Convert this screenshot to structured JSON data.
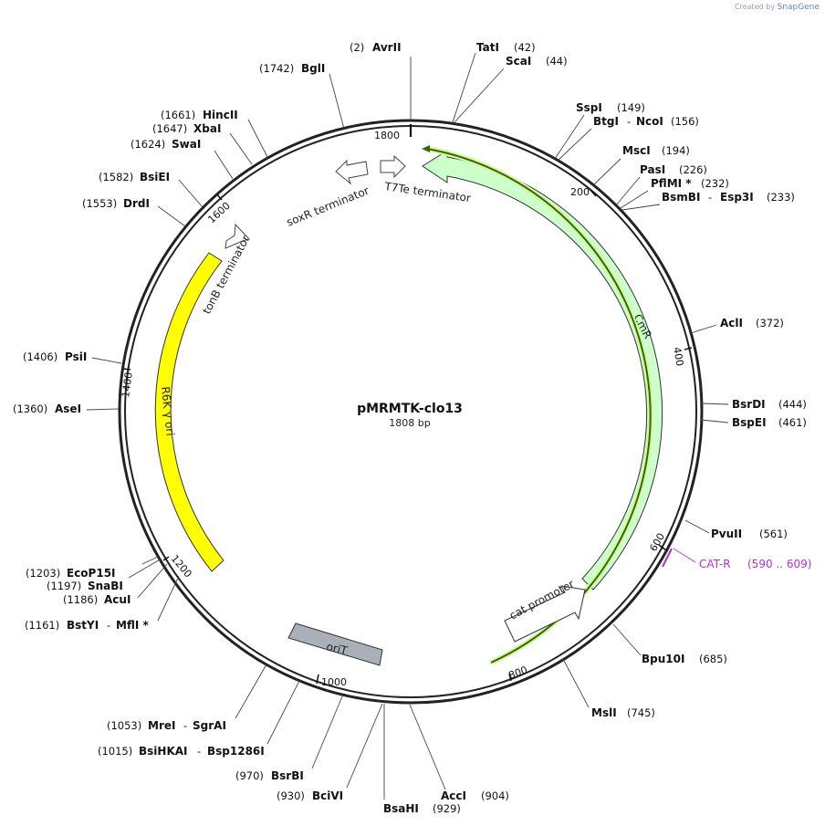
{
  "credit": {
    "prefix": "Created by",
    "brand": "SnapGene"
  },
  "map": {
    "name": "pMRMTK-clo13",
    "length_label": "1808 bp",
    "length": 1808,
    "tick_labels": [
      {
        "pos": 200,
        "label": "200"
      },
      {
        "pos": 400,
        "label": "400"
      },
      {
        "pos": 600,
        "label": "600"
      },
      {
        "pos": 800,
        "label": "800"
      },
      {
        "pos": 1000,
        "label": "1000"
      },
      {
        "pos": 1200,
        "label": "1200"
      },
      {
        "pos": 1400,
        "label": "1400"
      },
      {
        "pos": 1600,
        "label": "1600"
      },
      {
        "pos": 1800,
        "label": "1800"
      }
    ]
  },
  "features": [
    {
      "name": "CmR",
      "label": "CmR",
      "type": "cds",
      "color": "#ccffcc"
    },
    {
      "name": "cat-promoter",
      "label": "cat promoter",
      "type": "promoter",
      "color": "#ffffff"
    },
    {
      "name": "orit",
      "label": "oriT",
      "type": "misc",
      "color": "#a9b0b7"
    },
    {
      "name": "r6k-ori",
      "label": "R6K γ ori",
      "type": "origin",
      "color": "#ffff00"
    },
    {
      "name": "tonb-terminator",
      "label": "tonB terminator",
      "type": "terminator",
      "color": "#ffffff"
    },
    {
      "name": "soxr-terminator",
      "label": "soxR terminator",
      "type": "terminator",
      "color": "#ffffff"
    },
    {
      "name": "t7te-terminator",
      "label": "T7Te terminator",
      "type": "terminator",
      "color": "#ffffff"
    }
  ],
  "primer": {
    "name": "CAT-R",
    "range": "(590 .. 609)",
    "color": "#b030d8"
  },
  "sites": [
    {
      "id": "aviii",
      "name": "AvrII",
      "pos": "(2)"
    },
    {
      "id": "tati",
      "name": "TatI",
      "pos": "(42)"
    },
    {
      "id": "scai",
      "name": "ScaI",
      "pos": "(44)"
    },
    {
      "id": "sspi",
      "name": "SspI",
      "pos": "(149)"
    },
    {
      "id": "btgi",
      "name": "BtgI",
      "sep": "-",
      "name2": "NcoI",
      "pos": "(156)"
    },
    {
      "id": "msci",
      "name": "MscI",
      "pos": "(194)"
    },
    {
      "id": "pasi",
      "name": "PasI",
      "pos": "(226)"
    },
    {
      "id": "pflmi",
      "name": "PflMI *",
      "pos": "(232)"
    },
    {
      "id": "bsmbi",
      "name": "BsmBI",
      "sep": "-",
      "name2": "Esp3I",
      "pos": "(233)"
    },
    {
      "id": "acli",
      "name": "AclI",
      "pos": "(372)"
    },
    {
      "id": "bsrdi",
      "name": "BsrDI",
      "pos": "(444)"
    },
    {
      "id": "bspei",
      "name": "BspEI",
      "pos": "(461)"
    },
    {
      "id": "pvuii",
      "name": "PvuII",
      "pos": "(561)"
    },
    {
      "id": "bpu10i",
      "name": "Bpu10I",
      "pos": "(685)"
    },
    {
      "id": "msli",
      "name": "MslI",
      "pos": "(745)"
    },
    {
      "id": "acci",
      "name": "AccI",
      "pos": "(904)"
    },
    {
      "id": "bsahi",
      "name": "BsaHI",
      "pos": "(929)"
    },
    {
      "id": "bcivi",
      "name": "BciVI",
      "pos": "(930)"
    },
    {
      "id": "bsrbi",
      "name": "BsrBI",
      "pos": "(970)"
    },
    {
      "id": "bsihkai",
      "name": "BsiHKAI",
      "sep": "-",
      "name2": "Bsp1286I",
      "pos": "(1015)"
    },
    {
      "id": "mrei",
      "name": "MreI",
      "sep": "-",
      "name2": "SgrAI",
      "pos": "(1053)"
    },
    {
      "id": "bstyi",
      "name": "BstYI",
      "sep": "-",
      "name2": "MflI *",
      "pos": "(1161)"
    },
    {
      "id": "acui",
      "name": "AcuI",
      "pos": "(1186)"
    },
    {
      "id": "snabi",
      "name": "SnaBI",
      "pos": "(1197)"
    },
    {
      "id": "ecop15i",
      "name": "EcoP15I",
      "pos": "(1203)"
    },
    {
      "id": "asei",
      "name": "AseI",
      "pos": "(1360)"
    },
    {
      "id": "psti",
      "name": "PsiI",
      "pos": "(1406)"
    },
    {
      "id": "drdi",
      "name": "DrdI",
      "pos": "(1553)"
    },
    {
      "id": "bsiei",
      "name": "BsiEI",
      "pos": "(1582)"
    },
    {
      "id": "swai",
      "name": "SwaI",
      "pos": "(1624)"
    },
    {
      "id": "xbai",
      "name": "XbaI",
      "pos": "(1647)"
    },
    {
      "id": "hincii",
      "name": "HincII",
      "pos": "(1661)"
    },
    {
      "id": "bgli",
      "name": "BglI",
      "pos": "(1742)"
    }
  ]
}
